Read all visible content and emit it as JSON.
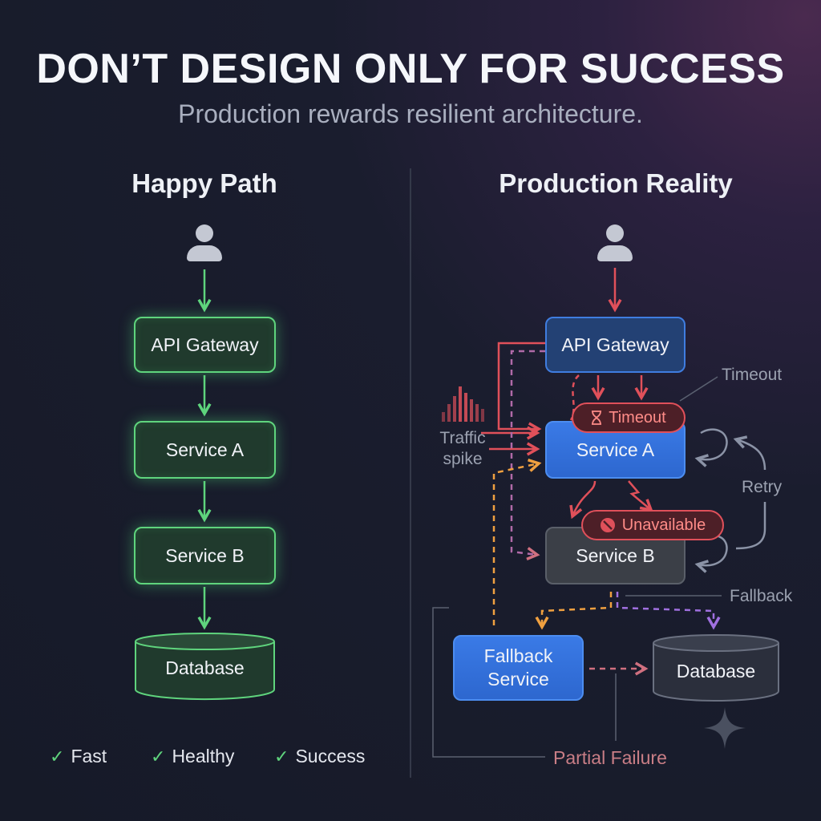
{
  "title": "DON’T DESIGN ONLY FOR SUCCESS",
  "subtitle": "Production rewards resilient architecture.",
  "left": {
    "heading": "Happy Path",
    "nodes": {
      "gateway": "API Gateway",
      "service_a": "Service A",
      "service_b": "Service B",
      "database": "Database"
    },
    "checks": [
      "Fast",
      "Healthy",
      "Success"
    ]
  },
  "right": {
    "heading": "Production Reality",
    "nodes": {
      "gateway": "API Gateway",
      "service_a": "Service A",
      "service_b": "Service B",
      "fallback_line1": "Fallback",
      "fallback_line2": "Service",
      "database": "Database"
    },
    "badges": {
      "timeout": "Timeout",
      "unavailable": "Unavailable"
    },
    "labels": {
      "timeout": "Timeout",
      "traffic_line1": "Traffic",
      "traffic_line2": "spike",
      "retry": "Retry",
      "fallback": "Fallback",
      "partial_failure": "Partial Failure"
    }
  },
  "colors": {
    "green": "#5fd47d",
    "red": "#e0505a",
    "orange": "#f0a040",
    "purple": "#a070e0",
    "blue": "#3a7ae6"
  },
  "icons": [
    "user-icon",
    "hourglass-icon",
    "no-entry-icon",
    "check-icon",
    "sparkle-icon",
    "traffic-bars-icon"
  ]
}
